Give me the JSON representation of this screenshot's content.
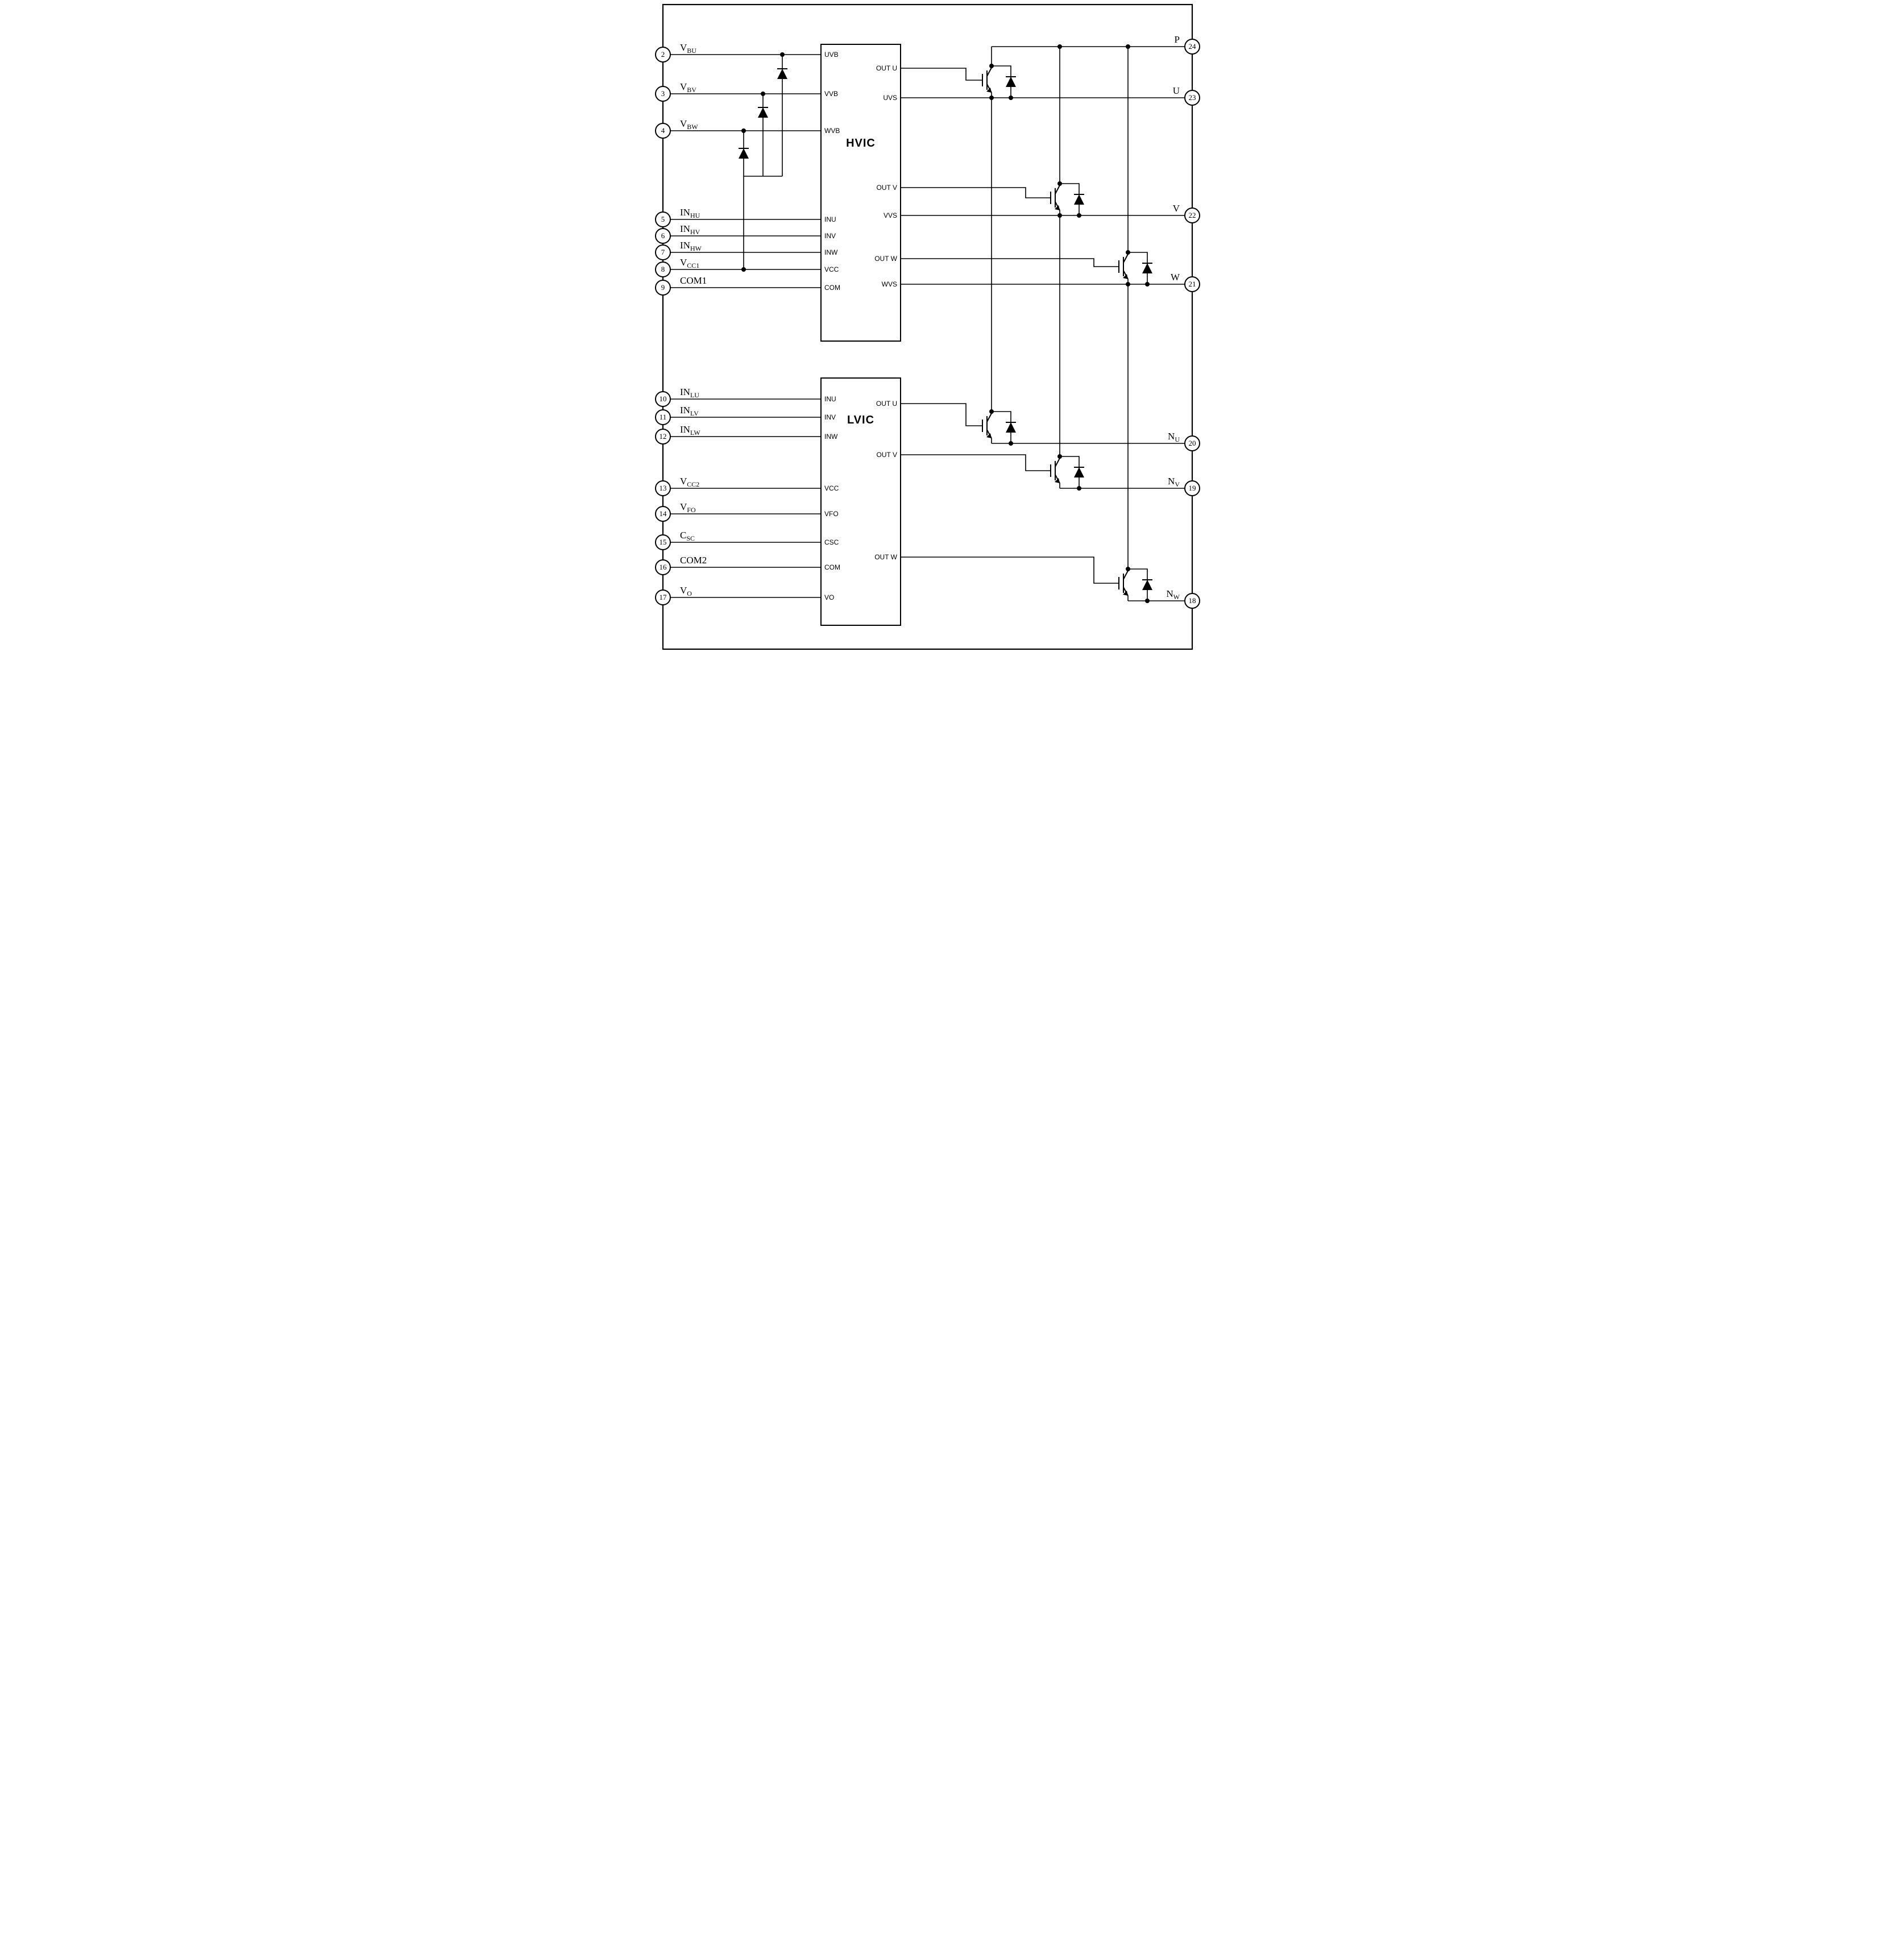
{
  "diagram": {
    "kind": "IPM internal equivalent circuit schematic",
    "background": "#ffffff",
    "line_color": "#000000"
  },
  "blocks": {
    "hvic": {
      "name": "HVIC",
      "left_ports": [
        "UVB",
        "VVB",
        "WVB",
        "INU",
        "INV",
        "INW",
        "VCC",
        "COM"
      ],
      "right_ports": [
        "OUT U",
        "UVS",
        "OUT V",
        "VVS",
        "OUT W",
        "WVS"
      ]
    },
    "lvic": {
      "name": "LVIC",
      "left_ports": [
        "INU",
        "INV",
        "INW",
        "VCC",
        "VFO",
        "CSC",
        "COM",
        "VO"
      ],
      "right_ports": [
        "OUT U",
        "OUT V",
        "OUT W"
      ]
    }
  },
  "pins": {
    "left": [
      {
        "num": "2",
        "label": {
          "main": "V",
          "sub": "BU"
        }
      },
      {
        "num": "3",
        "label": {
          "main": "V",
          "sub": "BV"
        }
      },
      {
        "num": "4",
        "label": {
          "main": "V",
          "sub": "BW"
        }
      },
      {
        "num": "5",
        "label": {
          "main": "IN",
          "sub": "HU"
        }
      },
      {
        "num": "6",
        "label": {
          "main": "IN",
          "sub": "HV"
        }
      },
      {
        "num": "7",
        "label": {
          "main": "IN",
          "sub": "HW"
        }
      },
      {
        "num": "8",
        "label": {
          "main": "V",
          "sub": "CC1"
        }
      },
      {
        "num": "9",
        "label": {
          "main": "COM1",
          "sub": ""
        }
      },
      {
        "num": "10",
        "label": {
          "main": "IN",
          "sub": "LU"
        }
      },
      {
        "num": "11",
        "label": {
          "main": "IN",
          "sub": "LV"
        }
      },
      {
        "num": "12",
        "label": {
          "main": "IN",
          "sub": "LW"
        }
      },
      {
        "num": "13",
        "label": {
          "main": "V",
          "sub": "CC2"
        }
      },
      {
        "num": "14",
        "label": {
          "main": "V",
          "sub": "FO"
        }
      },
      {
        "num": "15",
        "label": {
          "main": "C",
          "sub": "SC"
        }
      },
      {
        "num": "16",
        "label": {
          "main": "COM2",
          "sub": ""
        }
      },
      {
        "num": "17",
        "label": {
          "main": "V",
          "sub": "O"
        }
      }
    ],
    "right": [
      {
        "num": "24",
        "label": {
          "main": "P",
          "sub": ""
        }
      },
      {
        "num": "23",
        "label": {
          "main": "U",
          "sub": ""
        }
      },
      {
        "num": "22",
        "label": {
          "main": "V",
          "sub": ""
        }
      },
      {
        "num": "21",
        "label": {
          "main": "W",
          "sub": ""
        }
      },
      {
        "num": "20",
        "label": {
          "main": "N",
          "sub": "U"
        }
      },
      {
        "num": "19",
        "label": {
          "main": "N",
          "sub": "V"
        }
      },
      {
        "num": "18",
        "label": {
          "main": "N",
          "sub": "W"
        }
      }
    ]
  },
  "devices": {
    "igbts": [
      "igbt-high-u",
      "igbt-high-v",
      "igbt-high-w",
      "igbt-low-u",
      "igbt-low-v",
      "igbt-low-w"
    ],
    "freewheel_diodes": [
      "fwd-diode-high-u",
      "fwd-diode-high-v",
      "fwd-diode-high-w",
      "fwd-diode-low-u",
      "fwd-diode-low-v",
      "fwd-diode-low-w"
    ],
    "bootstrap_diodes": [
      "bootstrap-diode-u",
      "bootstrap-diode-v",
      "bootstrap-diode-w"
    ]
  }
}
